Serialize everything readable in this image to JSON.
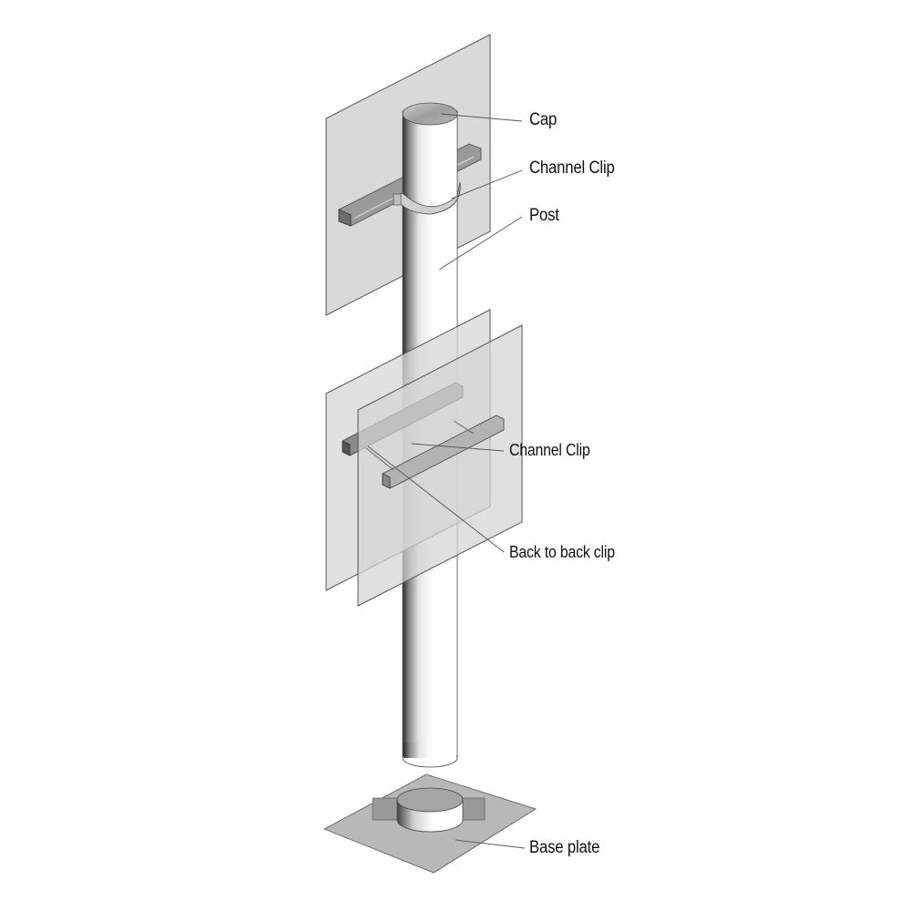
{
  "diagram": {
    "type": "exploded assembly (sign post mounting)",
    "colors": {
      "background": "#ffffff",
      "panel": "#d9d9d9",
      "panel_edge": "#555555",
      "channel": "#9a9a9a",
      "base_plate": "#b8b8b8",
      "leader": "#555555",
      "text": "#111111"
    },
    "labels": [
      {
        "id": "cap",
        "text": "Cap"
      },
      {
        "id": "channel_clip_top",
        "text": "Channel Clip"
      },
      {
        "id": "post",
        "text": "Post"
      },
      {
        "id": "channel_clip_mid",
        "text": "Channel Clip"
      },
      {
        "id": "back_to_back_clip",
        "text": "Back to back clip"
      },
      {
        "id": "base_plate",
        "text": "Base plate"
      }
    ]
  }
}
